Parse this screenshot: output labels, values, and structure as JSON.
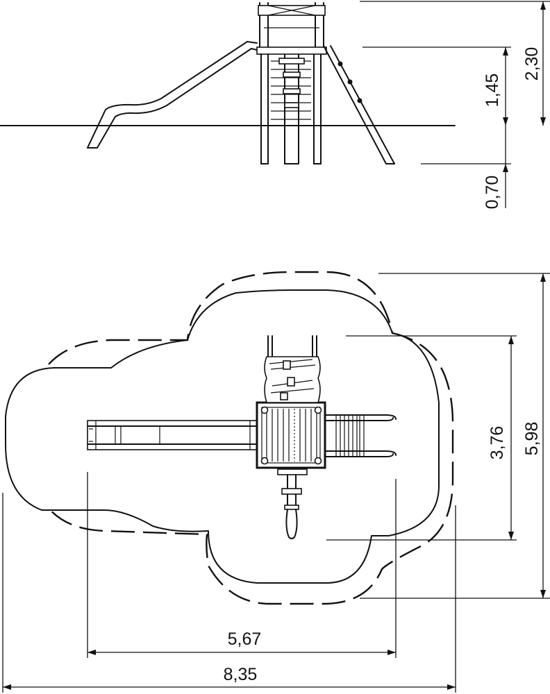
{
  "dimensions": {
    "total_height": "2,30",
    "platform_height": "1,45",
    "foundation_depth": "0,70",
    "safety_area_length": "8,35",
    "equipment_length": "5,67",
    "safety_area_width": "5,98",
    "equipment_width": "3,76"
  },
  "colors": {
    "line": "#111111",
    "background": "#ffffff"
  }
}
